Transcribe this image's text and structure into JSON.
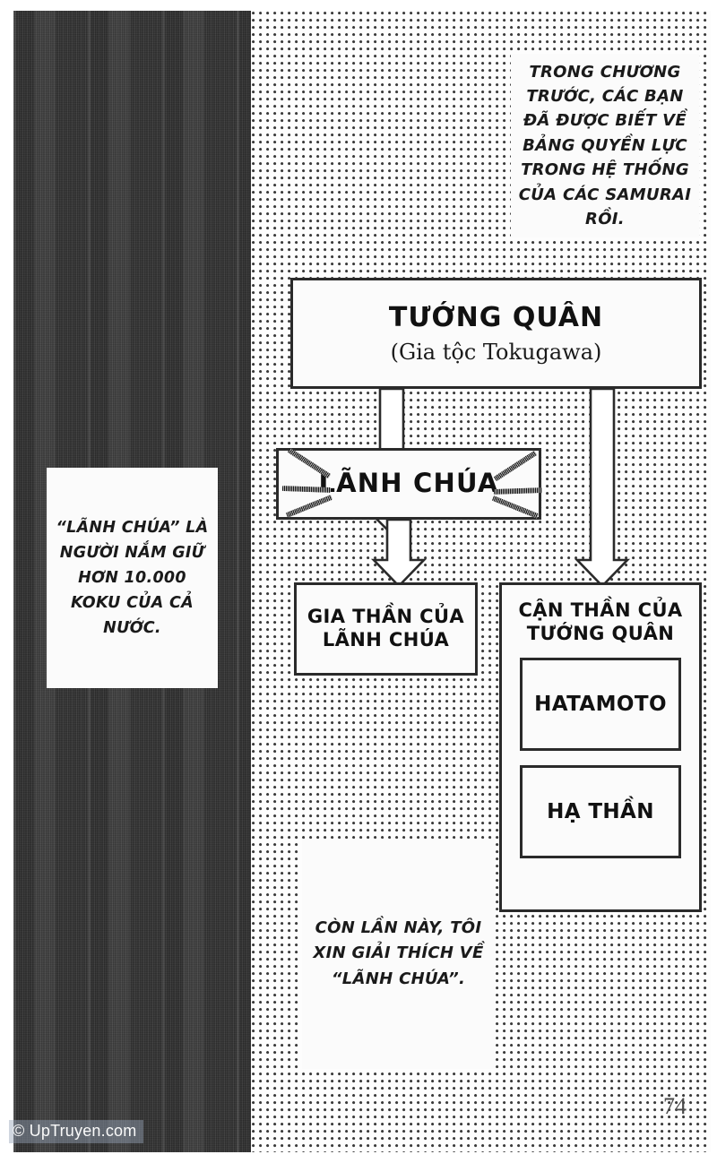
{
  "page": {
    "page_number": "74",
    "watermark": "© UpTruyen.com"
  },
  "captions": {
    "intro": "TRONG CHƯƠNG TRƯỚC, CÁC BẠN ĐÃ ĐƯỢC BIẾT VỀ BẢNG QUYỀN LỰC TRONG HỆ THỐNG CỦA CÁC SAMURAI RỒI.",
    "daimyo_definition": "“LÃNH CHÚA” LÀ NGƯỜI NẮM GIỮ HƠN 10.000 KOKU CỦA CẢ NƯỚC.",
    "outro": "CÒN LẦN NÀY, TÔI XIN GIẢI THÍCH VỀ “LÃNH CHÚA”."
  },
  "chart_data": {
    "type": "diagram",
    "title": "Bảng quyền lực trong hệ thống của các samurai",
    "nodes": [
      {
        "id": "shogun",
        "label": "TƯỚNG QUÂN",
        "sublabel": "(Gia tộc Tokugawa)",
        "level": 0
      },
      {
        "id": "daimyo",
        "label": "LÃNH CHÚA",
        "level": 1,
        "emphasis": "radiating-lines"
      },
      {
        "id": "retainer-daimyo",
        "label": "GIA THẦN CỦA LÃNH CHÚA",
        "level": 2
      },
      {
        "id": "retainer-shogun",
        "label": "CẬN THẦN CỦA TƯỚNG QUÂN",
        "level": 2,
        "children": [
          {
            "id": "hatamoto",
            "label": "HATAMOTO"
          },
          {
            "id": "hashin",
            "label": "HẠ THẦN"
          }
        ]
      }
    ],
    "edges": [
      {
        "from": "shogun",
        "to": "daimyo",
        "style": "elbow-arrow"
      },
      {
        "from": "shogun",
        "to": "retainer-shogun",
        "style": "straight-arrow"
      },
      {
        "from": "daimyo",
        "to": "retainer-daimyo",
        "style": "elbow-arrow"
      }
    ]
  },
  "colors": {
    "panel_dark": "#393939",
    "ink": "#111111",
    "paper": "#fbfbfb",
    "dot": "#3b3b3b"
  }
}
